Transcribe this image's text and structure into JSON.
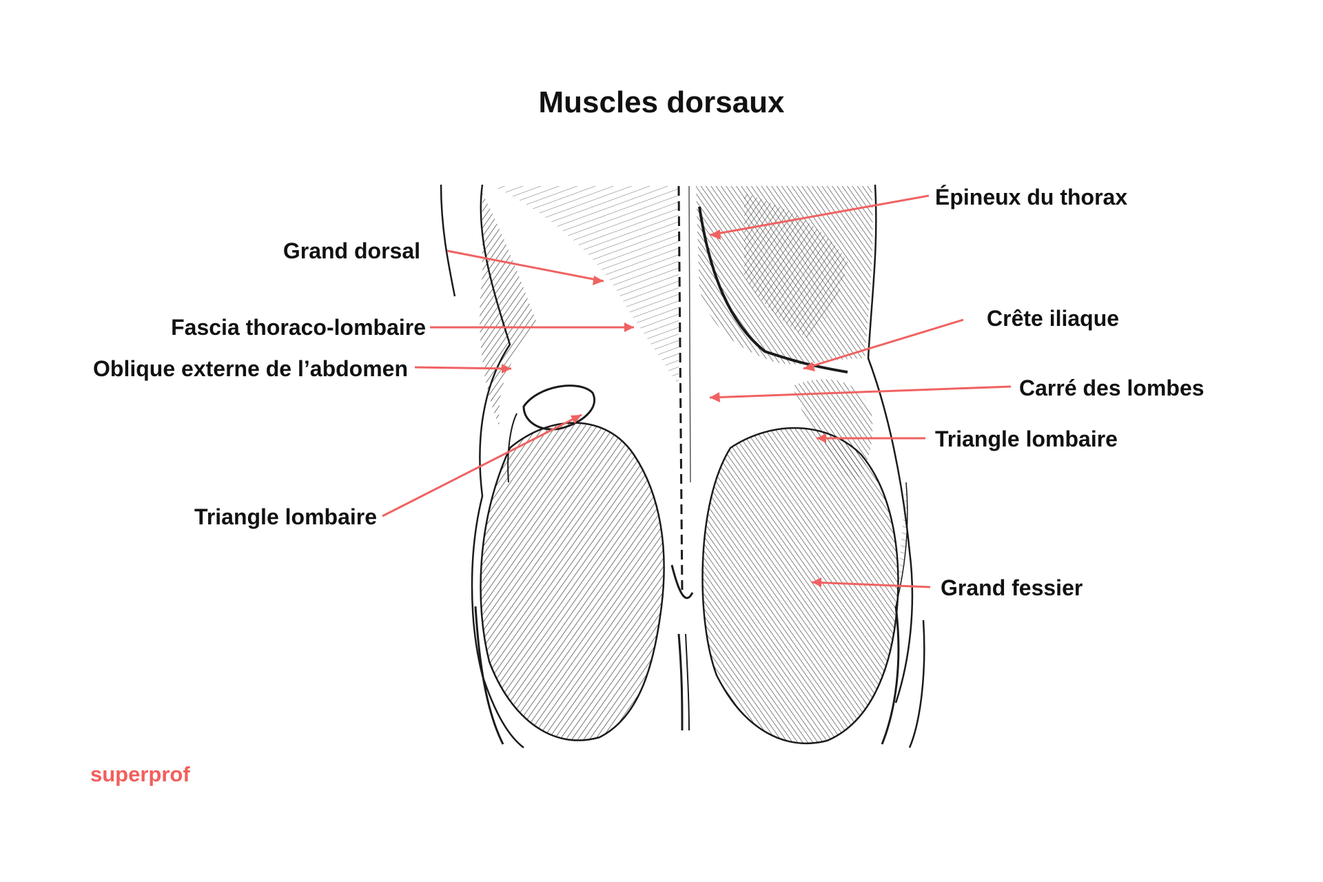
{
  "title": "Muscles dorsaux",
  "labels": {
    "grand_dorsal": "Grand dorsal",
    "fascia": "Fascia thoraco-lombaire",
    "oblique": "Oblique externe de l’abdomen",
    "triangle_left": "Triangle lombaire",
    "epineux": "Épineux du thorax",
    "crete": "Crête iliaque",
    "carre": "Carré des lombes",
    "triangle_right": "Triangle lombaire",
    "grand_fessier": "Grand fessier"
  },
  "brand": "superprof",
  "colors": {
    "arrow": "#f06262",
    "brand": "#f25f5c",
    "text": "#111111",
    "ink": "#1b1b1b"
  }
}
